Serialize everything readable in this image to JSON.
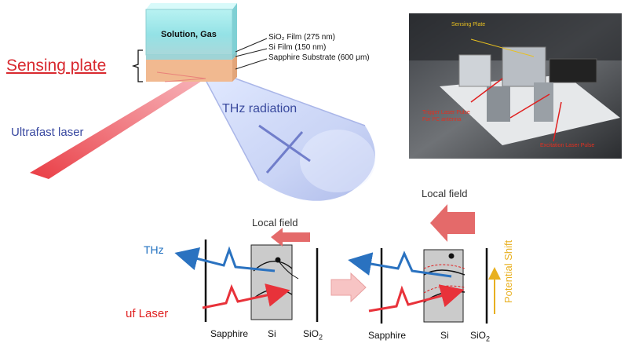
{
  "top_left": {
    "sensing_plate_label": "Sensing plate",
    "solution_label": "Solution, Gas",
    "film_sio2_label": "SiO₂ Film (275 nm)",
    "film_si_label": "Si Film (150 nm)",
    "substrate_label": "Sapphire Substrate (600 μm)",
    "laser_label": "Ultrafast laser",
    "thz_radiation_label": "THz radiation"
  },
  "photo": {
    "sensing_plate_label": "Sensing Plate",
    "trigger_label_line1": "Trigger Laser Pulse",
    "trigger_label_line2": "For PC antenna",
    "excitation_label": "Excitation Laser Pulse"
  },
  "bottom": {
    "local_field_left": "Local field",
    "local_field_right": "Local field",
    "thz_label": "THz",
    "uf_laser_label": "uf Laser",
    "potential_shift_label": "Potential Shift",
    "left_diagram": {
      "sapphire": "Sapphire",
      "si": "Si",
      "sio2": "SiO",
      "sio2_sub": "2"
    },
    "right_diagram": {
      "sapphire": "Sapphire",
      "si": "Si",
      "sio2": "SiO",
      "sio2_sub": "2"
    }
  },
  "colors": {
    "laser": "#e8323a",
    "thz": "#2a72c0",
    "local_field_arrow": "#e46a6a",
    "potential": "#e8b020",
    "sensing_plate_text": "#d8292f"
  }
}
